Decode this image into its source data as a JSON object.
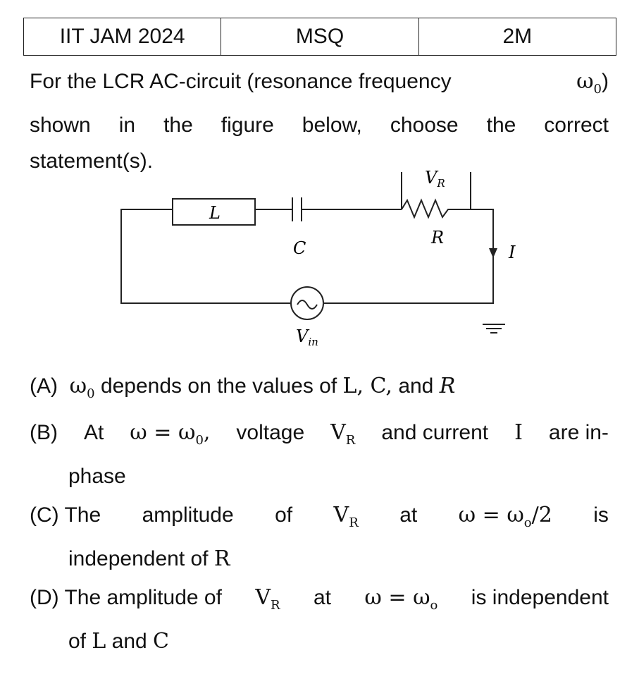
{
  "header": {
    "exam": "IIT JAM 2024",
    "type": "MSQ",
    "marks": "2M"
  },
  "question": {
    "text": "For the LCR AC-circuit (resonance frequency",
    "omega": "ω",
    "sub0": "0",
    "close": ")",
    "line2": "shown in the figure below, choose the correct",
    "line3": "statement(s)."
  },
  "figure": {
    "L": "L",
    "C": "C",
    "R": "R",
    "VR": "V",
    "VRsub": "R",
    "I": "I",
    "Vin": "V",
    "Vinsub": "in"
  },
  "options": {
    "A": {
      "label": "(A)",
      "omega": "ω",
      "sub": "0",
      "text": "depends on the values of",
      "vars": "L, C,",
      "and": "and",
      "R": "R"
    },
    "B": {
      "label": "(B)",
      "at": "At",
      "eq": "ω = ω",
      "sub": "0",
      "comma": ",",
      "voltage": "voltage",
      "V": "V",
      "Vsub": "R",
      "andc": "and current",
      "I": "I",
      "are": "are in-",
      "line2": "phase"
    },
    "C": {
      "label": "(C)",
      "the": "The",
      "amp": "amplitude",
      "of": "of",
      "V": "V",
      "Vsub": "R",
      "at": "at",
      "eq": "ω = ω",
      "sub": "o",
      "div": "/2",
      "is": "is",
      "line2a": "independent of",
      "R": "R"
    },
    "D": {
      "label": "(D)",
      "text1": "The amplitude of",
      "V": "V",
      "Vsub": "R",
      "at": "at",
      "eq": "ω = ω",
      "sub": "o",
      "text2": "is independent",
      "line2a": "of",
      "L": "L",
      "and": "and",
      "C": "C"
    }
  }
}
